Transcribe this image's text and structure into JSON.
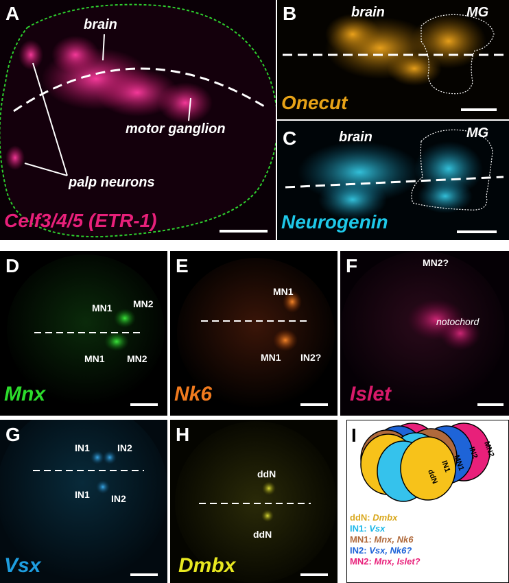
{
  "panels": {
    "A": {
      "letter": "A",
      "labels": {
        "brain": "brain",
        "motor_ganglion": "motor ganglion",
        "palp_neurons": "palp neurons"
      },
      "gene": "Celf3/4/5 (ETR-1)"
    },
    "B": {
      "letter": "B",
      "labels": {
        "brain": "brain",
        "mg": "MG"
      },
      "gene": "Onecut"
    },
    "C": {
      "letter": "C",
      "labels": {
        "brain": "brain",
        "mg": "MG"
      },
      "gene": "Neurogenin"
    },
    "D": {
      "letter": "D",
      "cells": [
        "MN1",
        "MN2",
        "MN1",
        "MN2"
      ],
      "gene": "Mnx"
    },
    "E": {
      "letter": "E",
      "cells": [
        "MN1",
        "MN1",
        "IN2?"
      ],
      "gene": "Nk6"
    },
    "F": {
      "letter": "F",
      "cells": [
        "MN2?"
      ],
      "notochord": "notochord",
      "gene": "Islet"
    },
    "G": {
      "letter": "G",
      "cells": [
        "IN1",
        "IN2",
        "IN1",
        "IN2"
      ],
      "gene": "Vsx"
    },
    "H": {
      "letter": "H",
      "cells": [
        "ddN",
        "ddN"
      ],
      "gene": "Dmbx"
    },
    "I": {
      "letter": "I",
      "ovals": [
        "ddN",
        "IN1",
        "MN1",
        "IN2",
        "MN2"
      ],
      "legend": [
        {
          "cell": "ddN:",
          "genes": "Dmbx"
        },
        {
          "cell": "IN1:",
          "genes": "Vsx"
        },
        {
          "cell": "MN1:",
          "genes": "Mnx, Nk6"
        },
        {
          "cell": "IN2:",
          "genes": "Vsx, Nk6?"
        },
        {
          "cell": "MN2:",
          "genes": "Mnx, Islet?"
        }
      ]
    }
  },
  "colors": {
    "magenta": "#e8207a",
    "orange": "#e8a317",
    "cyan": "#1ec8e8",
    "green": "#2cdc2c",
    "nk6": "#f07a1e",
    "islet": "#d81a6a",
    "vsx": "#1e9ee0",
    "dmbx": "#e8e820",
    "ddN": "#f7c21a",
    "IN1": "#35c2ec",
    "MN1": "#b06a3c",
    "IN2": "#1e64d8",
    "MN2": "#e8207a"
  },
  "icons": [
    "scale-bar",
    "midline-dashed",
    "embryo-outline"
  ]
}
